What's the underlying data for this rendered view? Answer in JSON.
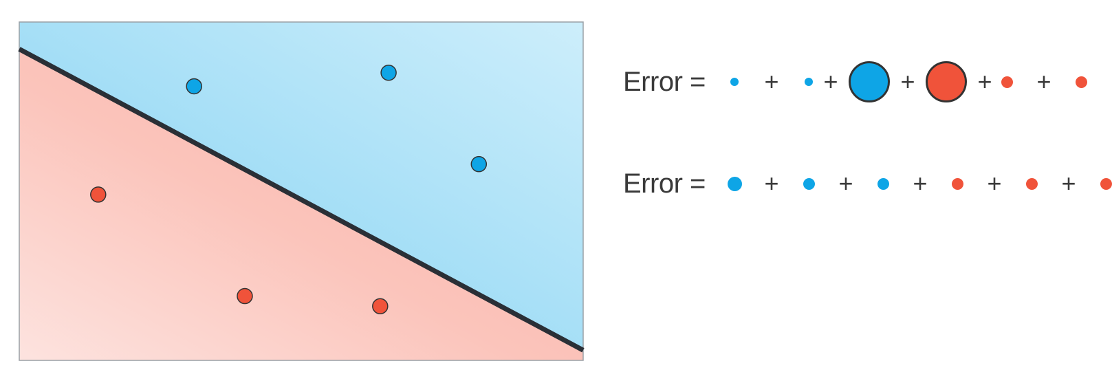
{
  "colors": {
    "blue": "#0ea5e6",
    "red": "#f0533a",
    "outline": "#333333",
    "line": "#2a2f36"
  },
  "diagram": {
    "blue_points": [
      [
        0.31,
        0.19
      ],
      [
        0.655,
        0.15
      ],
      [
        0.815,
        0.42
      ]
    ],
    "red_points": [
      [
        0.14,
        0.51
      ],
      [
        0.4,
        0.81
      ],
      [
        0.64,
        0.84
      ]
    ],
    "boundary_left_y": 0.08,
    "boundary_right_y": 0.97
  },
  "equations": [
    {
      "label": "Error =",
      "terms": [
        {
          "color": "blue",
          "size": "tiny"
        },
        {
          "color": "blue",
          "size": "tiny"
        },
        {
          "color": "blue",
          "size": "large"
        },
        {
          "color": "red",
          "size": "large"
        },
        {
          "color": "red",
          "size": "small"
        },
        {
          "color": "red",
          "size": "small"
        }
      ],
      "plus": "+"
    },
    {
      "label": "Error =",
      "terms": [
        {
          "color": "blue",
          "size": "medium"
        },
        {
          "color": "blue",
          "size": "small"
        },
        {
          "color": "blue",
          "size": "small"
        },
        {
          "color": "red",
          "size": "small"
        },
        {
          "color": "red",
          "size": "small"
        },
        {
          "color": "red",
          "size": "small"
        }
      ],
      "plus": "+"
    }
  ]
}
